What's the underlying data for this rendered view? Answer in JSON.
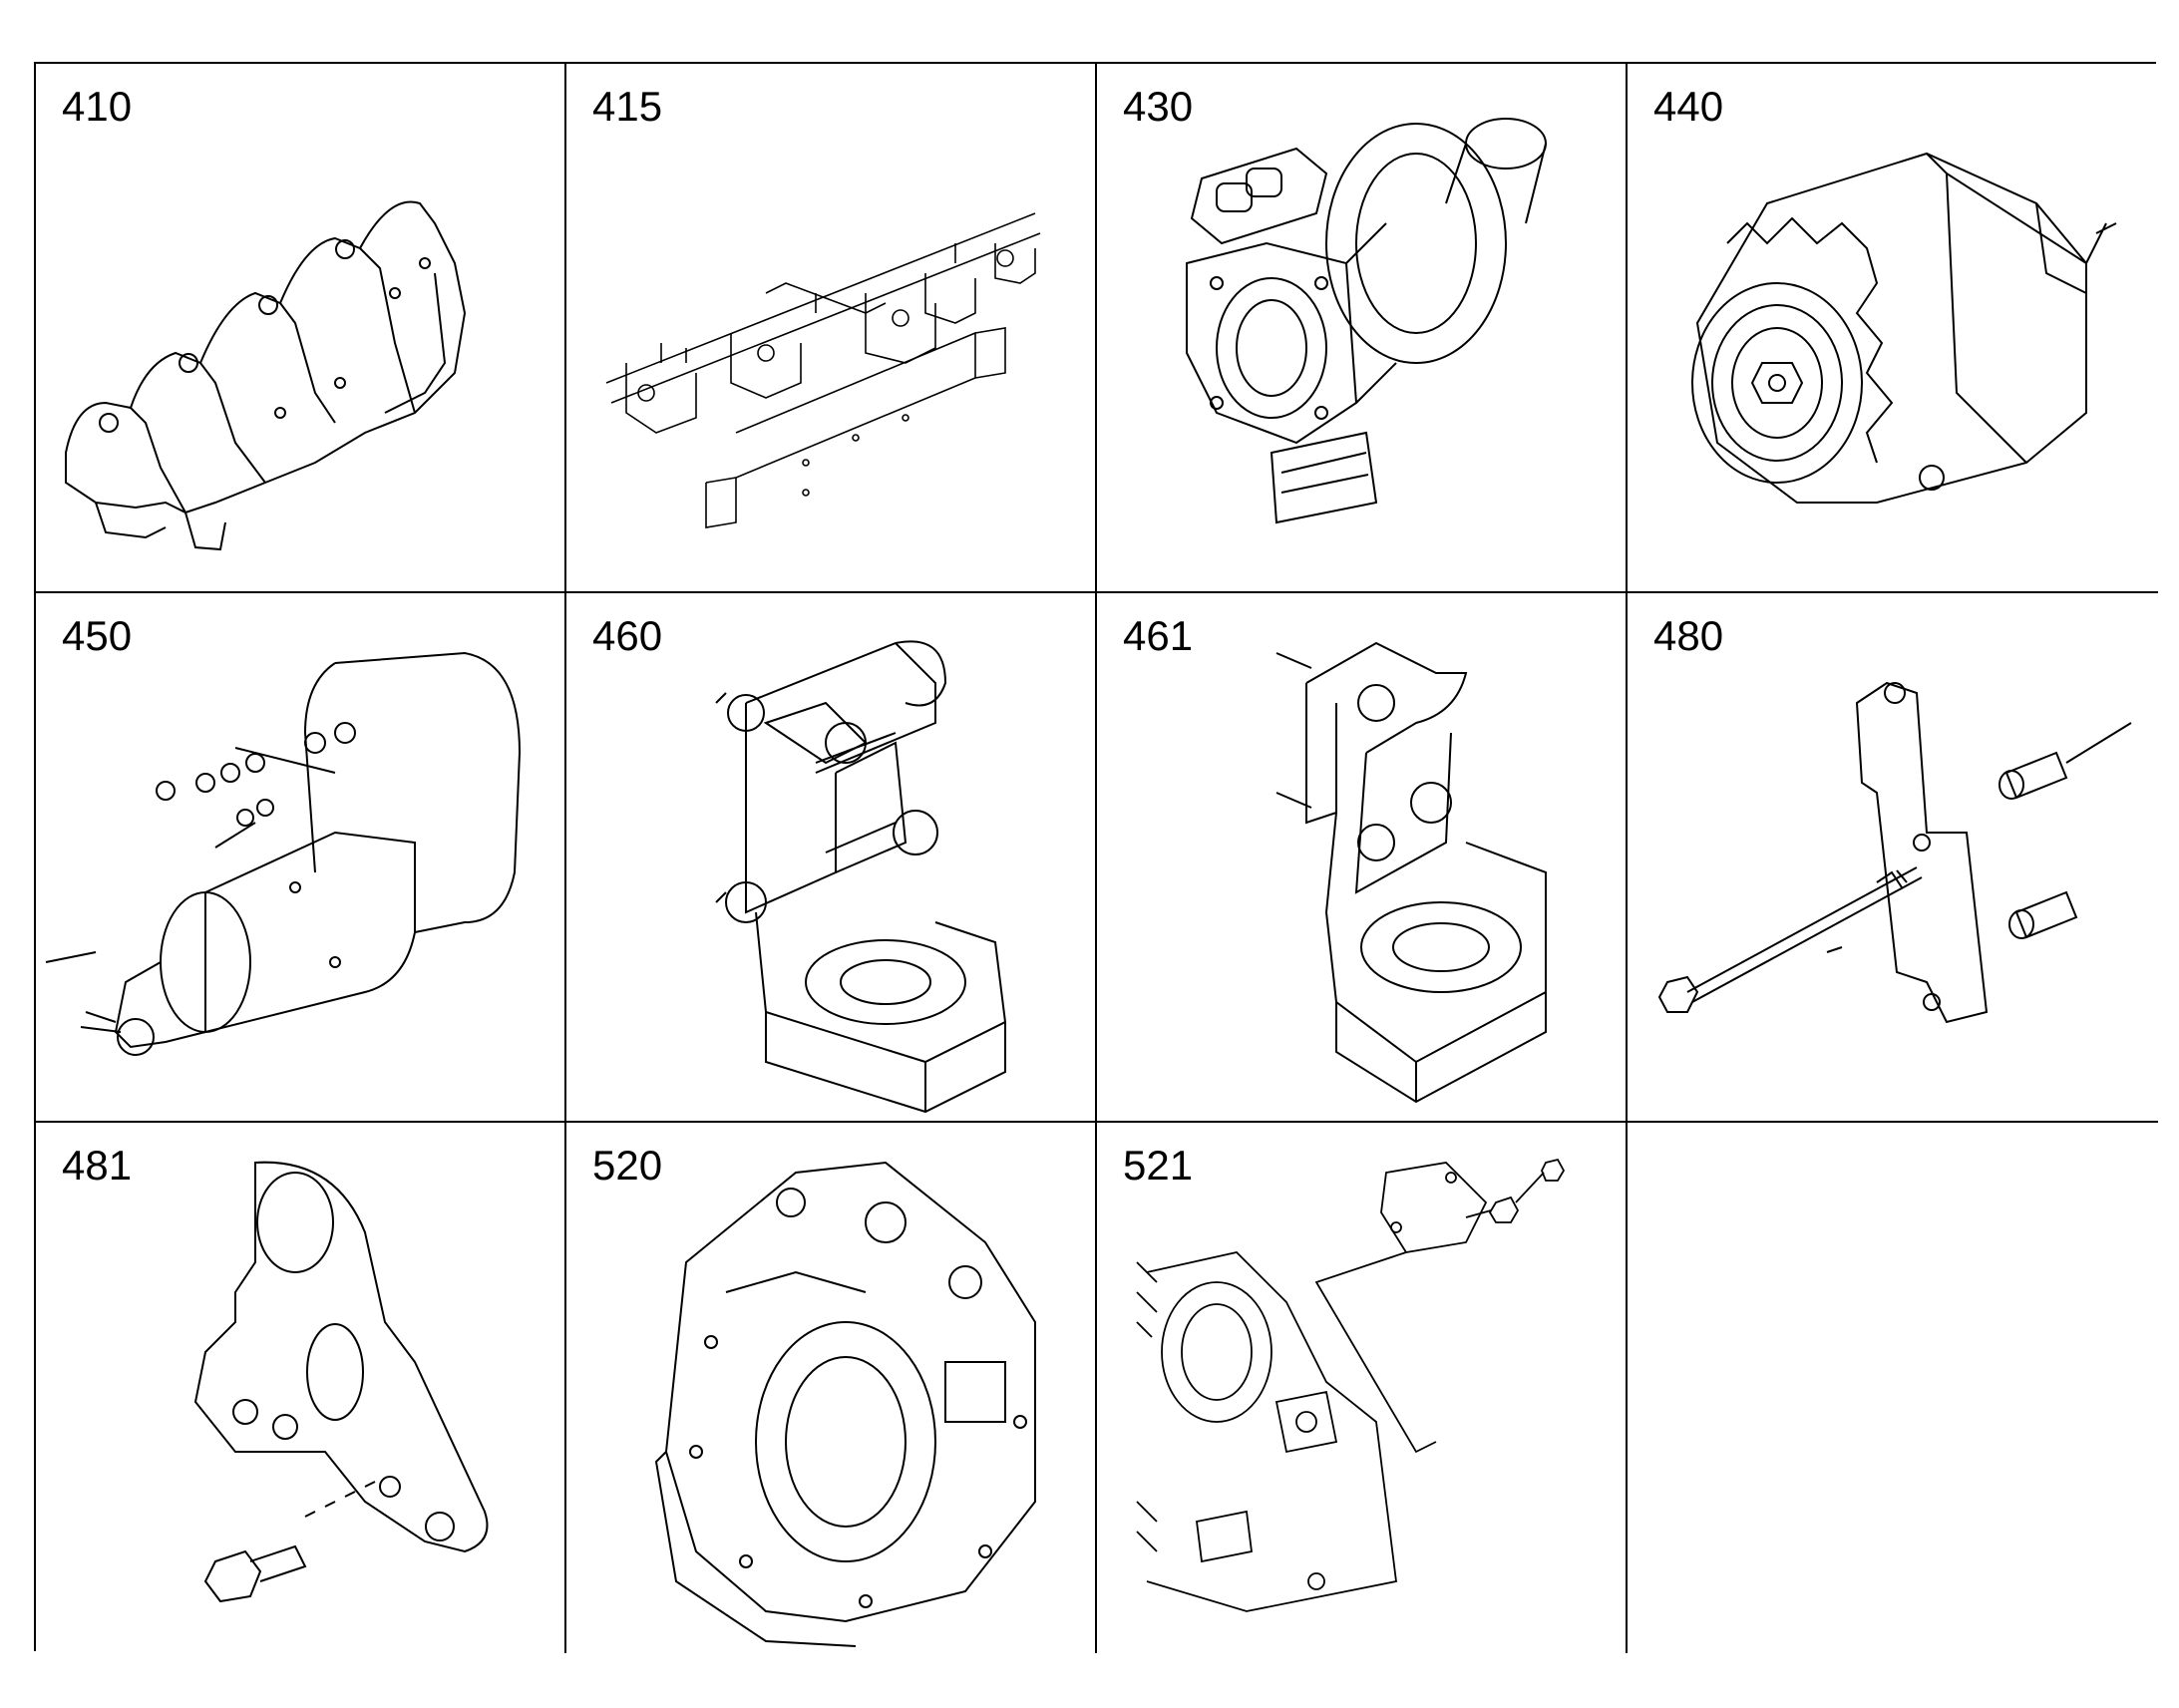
{
  "grid": {
    "cells": [
      {
        "label": "410",
        "icon": "exhaust-manifold-icon"
      },
      {
        "label": "415",
        "icon": "manifold-assembly-icon"
      },
      {
        "label": "430",
        "icon": "turbocharger-icon"
      },
      {
        "label": "440",
        "icon": "alternator-icon"
      },
      {
        "label": "450",
        "icon": "starter-motor-icon"
      },
      {
        "label": "460",
        "icon": "engine-mount-bracket-icon"
      },
      {
        "label": "461",
        "icon": "engine-mount-bracket-icon"
      },
      {
        "label": "480",
        "icon": "bracket-bolt-spacers-icon"
      },
      {
        "label": "481",
        "icon": "lifting-bracket-icon"
      },
      {
        "label": "520",
        "icon": "flywheel-housing-icon"
      },
      {
        "label": "521",
        "icon": "cover-plate-icon"
      },
      {
        "label": "",
        "icon": ""
      }
    ]
  }
}
